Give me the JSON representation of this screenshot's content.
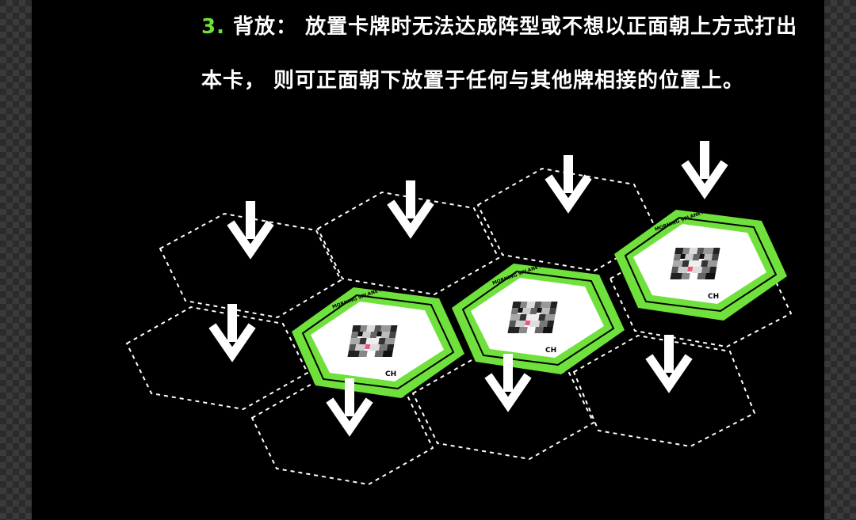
{
  "rule": {
    "number": "3.",
    "title": "背放：",
    "body": "放置卡牌时无法达成阵型或不想以正面朝上方式打出本卡， 则可正面朝下放置于任何与其他牌相接的位置上。"
  },
  "card": {
    "ring_text": "MORNING 9PLANET MORNING 9PLANET MORNING 9PLANET",
    "logo_text": "CH",
    "accent_color": "#6fe03c"
  },
  "colors": {
    "background": "#000000",
    "text": "#ffffff",
    "number": "#6fe03c",
    "dashed_outline": "#ffffff"
  },
  "icons": [
    "down-arrow-icon",
    "pixel-cat-icon"
  ]
}
